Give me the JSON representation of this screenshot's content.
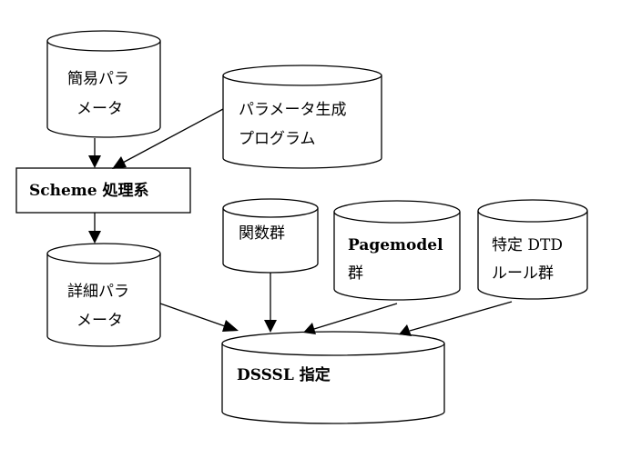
{
  "nodes": {
    "simple_params": {
      "line1": "簡易パラ",
      "line2": "メータ"
    },
    "param_gen": {
      "line1": "パラメータ生成",
      "line2": "プログラム"
    },
    "scheme": {
      "label": "Scheme 処理系"
    },
    "detail_params": {
      "line1": "詳細パラ",
      "line2": "メータ"
    },
    "functions": {
      "label": "関数群"
    },
    "pagemodel": {
      "line1": "Pagemodel",
      "line2": "群"
    },
    "dtd_rules": {
      "line1": "特定 DTD",
      "line2": "ルール群"
    },
    "dsssl": {
      "label": "DSSSL 指定"
    }
  }
}
